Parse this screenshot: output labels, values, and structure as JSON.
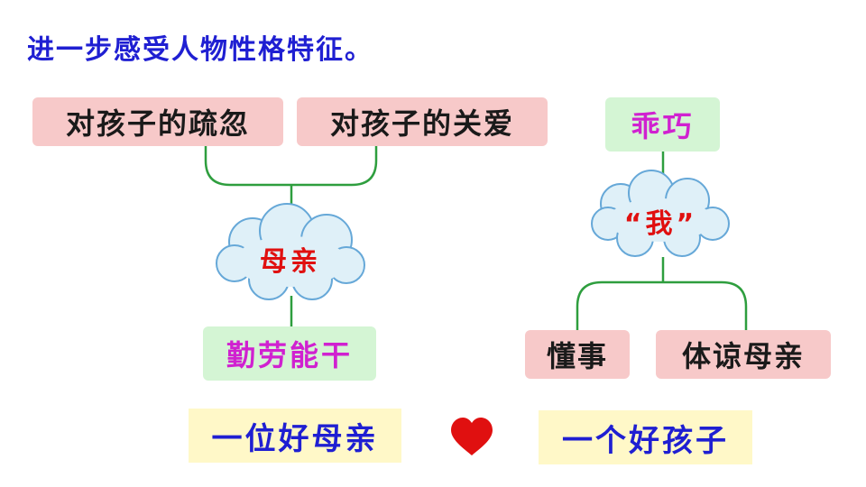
{
  "title": "进一步感受人物性格特征。",
  "mother": {
    "traits": [
      "对孩子的疏忽",
      "对孩子的关爱"
    ],
    "center": "母亲",
    "quality": "勤劳能干",
    "conclusion": "一位好母亲"
  },
  "child": {
    "top": "乖巧",
    "center": "“我”",
    "traits": [
      "懂事",
      "体谅母亲"
    ],
    "conclusion": "一个好孩子"
  },
  "colors": {
    "title": "#1f1fd2",
    "pink_box": "#f7c9c9",
    "mint_box": "#d4f5d4",
    "mint_text": "#d021d0",
    "yellow_box": "#fff8c8",
    "cloud_fill": "#dff0f8",
    "cloud_stroke": "#66a8d8",
    "cloud_text": "#e01010",
    "connector": "#2e9e3e",
    "heart": "#e01010"
  },
  "icons": [
    "cloud-shape",
    "heart-icon"
  ]
}
